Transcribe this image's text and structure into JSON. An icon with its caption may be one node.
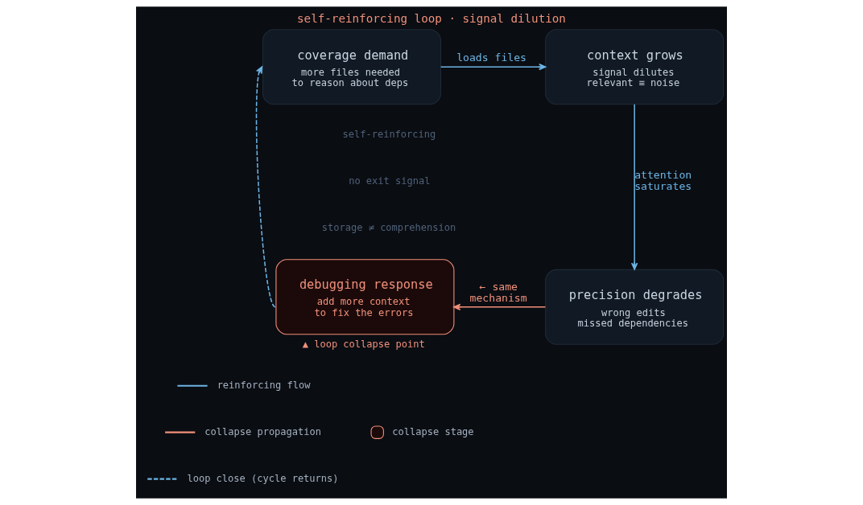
{
  "diagram": {
    "title": "self-reinforcing loop · signal dilution",
    "nodes": [
      {
        "text": [
          "coverage demand",
          "more files needed to reason about deps"
        ]
      },
      {
        "text": [
          "context grows",
          "signal dilutes relevant ≡ noise"
        ]
      },
      {
        "text": [
          "debugging response",
          "add more context to fix the errors"
        ],
        "beside": [
          "▲ loop collapse point"
        ]
      },
      {
        "text": [
          "precision degrades",
          "wrong edits missed dependencies"
        ]
      }
    ],
    "edges": [
      {
        "from": 0,
        "to": 1,
        "arrow": "to",
        "label": "loads files"
      },
      {
        "from": 1,
        "to": 3,
        "arrow": "to",
        "label": "attention saturates"
      },
      {
        "from": 3,
        "to": 2,
        "arrow": "to",
        "label": "← same mechanism",
        "color": "#f0907a"
      },
      {
        "from": 2,
        "to": 0,
        "arrow": "to",
        "style": "dashed"
      }
    ],
    "labels": [
      "self-reinforcing",
      "no exit signal",
      "storage ≠ comprehension"
    ],
    "legend": [
      {
        "text": "reinforcing flow"
      },
      {
        "text": "collapse propagation"
      },
      {
        "text": "loop close (cycle returns)"
      },
      {
        "text": "collapse stage",
        "color": "#1c0a0a"
      }
    ]
  }
}
